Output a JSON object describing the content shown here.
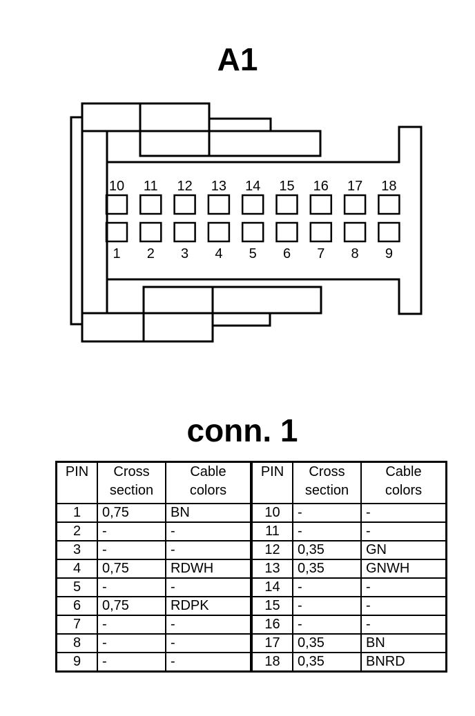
{
  "title": "A1",
  "table_title": "conn. 1",
  "pins_top": [
    "10",
    "11",
    "12",
    "13",
    "14",
    "15",
    "16",
    "17",
    "18"
  ],
  "pins_bottom": [
    "1",
    "2",
    "3",
    "4",
    "5",
    "6",
    "7",
    "8",
    "9"
  ],
  "table": {
    "headers": {
      "pin": "PIN",
      "cross_1": "Cross",
      "cross_2": "section",
      "colors_1": "Cable",
      "colors_2": "colors"
    },
    "rows": [
      {
        "pin_a": "1",
        "cross_a": "0,75",
        "color_a": "BN",
        "pin_b": "10",
        "cross_b": "-",
        "color_b": "-"
      },
      {
        "pin_a": "2",
        "cross_a": "-",
        "color_a": "-",
        "pin_b": "11",
        "cross_b": "-",
        "color_b": "-"
      },
      {
        "pin_a": "3",
        "cross_a": "-",
        "color_a": "-",
        "pin_b": "12",
        "cross_b": "0,35",
        "color_b": "GN"
      },
      {
        "pin_a": "4",
        "cross_a": "0,75",
        "color_a": "RDWH",
        "pin_b": "13",
        "cross_b": "0,35",
        "color_b": "GNWH"
      },
      {
        "pin_a": "5",
        "cross_a": "-",
        "color_a": "-",
        "pin_b": "14",
        "cross_b": "-",
        "color_b": "-"
      },
      {
        "pin_a": "6",
        "cross_a": "0,75",
        "color_a": "RDPK",
        "pin_b": "15",
        "cross_b": "-",
        "color_b": "-"
      },
      {
        "pin_a": "7",
        "cross_a": "-",
        "color_a": "-",
        "pin_b": "16",
        "cross_b": "-",
        "color_b": "-"
      },
      {
        "pin_a": "8",
        "cross_a": "-",
        "color_a": "-",
        "pin_b": "17",
        "cross_b": "0,35",
        "color_b": "BN"
      },
      {
        "pin_a": "9",
        "cross_a": "-",
        "color_a": "-",
        "pin_b": "18",
        "cross_b": "0,35",
        "color_b": "BNRD"
      }
    ]
  }
}
